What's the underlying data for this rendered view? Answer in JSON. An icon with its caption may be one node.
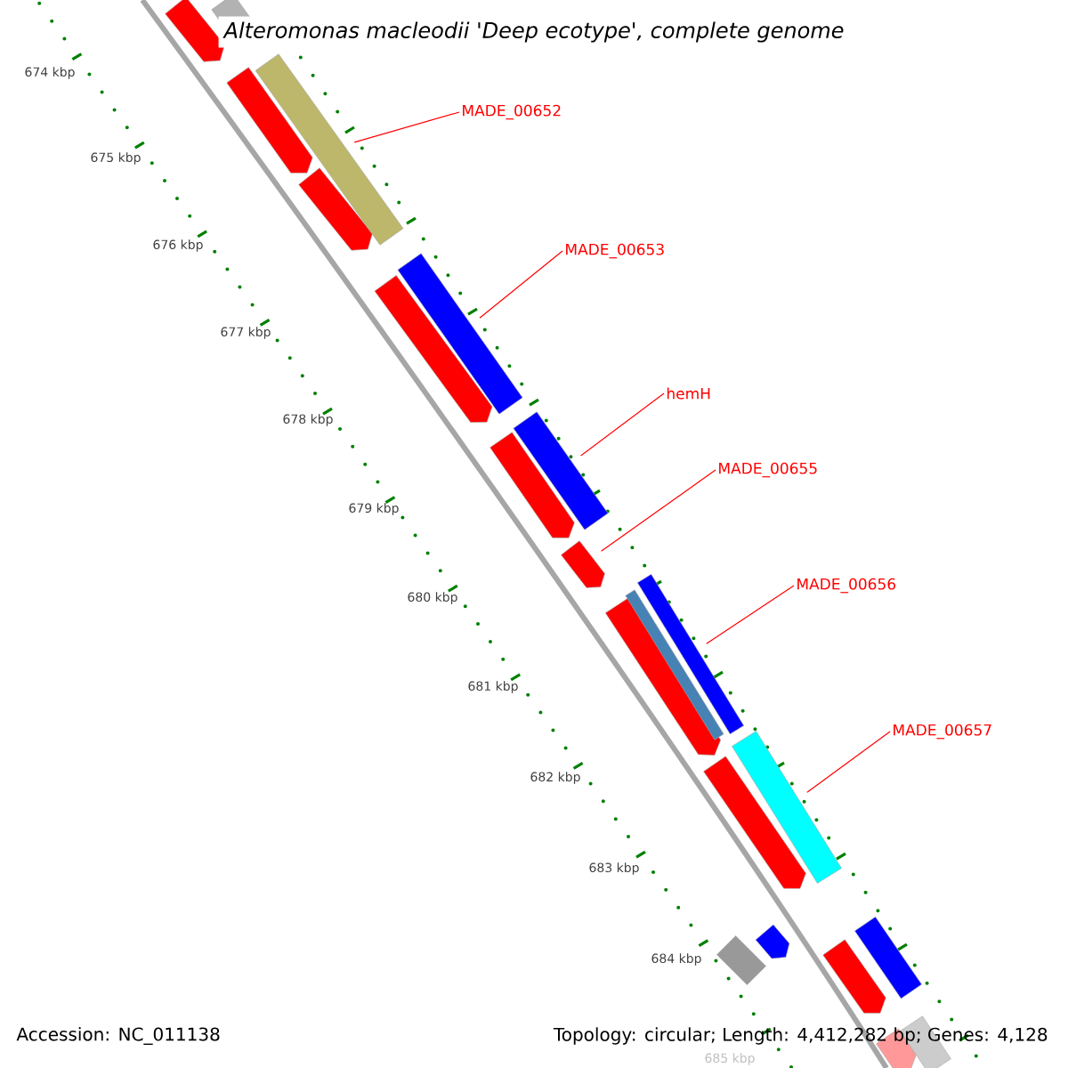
{
  "diagram": {
    "title": "Alteromonas macleodii 'Deep ecotype', complete genome",
    "nodes": [
      {
        "text": [
          "MADE_00652"
        ]
      },
      {
        "text": [
          "MADE_00653"
        ]
      },
      {
        "text": [
          "hemH"
        ]
      },
      {
        "text": [
          "MADE_00655"
        ]
      },
      {
        "text": [
          "MADE_00656"
        ]
      },
      {
        "text": [
          "MADE_00657"
        ]
      },
      {
        "text": [],
        "shape": "bar"
      },
      {
        "text": [],
        "shape": "bar"
      },
      {
        "text": [],
        "shape": "bar"
      },
      {
        "text": [],
        "shape": "bar"
      },
      {
        "text": [],
        "shape": "bar"
      },
      {
        "text": [],
        "shape": "bar"
      }
    ],
    "edges": [
      {
        "from": 0,
        "to": 6,
        "arrow": "none"
      },
      {
        "from": 1,
        "to": 7,
        "arrow": "none"
      },
      {
        "from": 2,
        "to": 8,
        "arrow": "none"
      },
      {
        "from": 3,
        "to": 9,
        "arrow": "none"
      },
      {
        "from": 4,
        "to": 10,
        "arrow": "none"
      },
      {
        "from": 5,
        "to": 11,
        "arrow": "none"
      }
    ],
    "labels": [
      "674 kbp",
      "675 kbp",
      "676 kbp",
      "677 kbp",
      "678 kbp",
      "679 kbp",
      "680 kbp",
      "681 kbp",
      "682 kbp",
      "683 kbp",
      "684 kbp",
      "685 kbp",
      "Accession: NC_011138",
      "Topology: circular; Length: 4,412,282 bp; Genes: 4,128"
    ]
  }
}
